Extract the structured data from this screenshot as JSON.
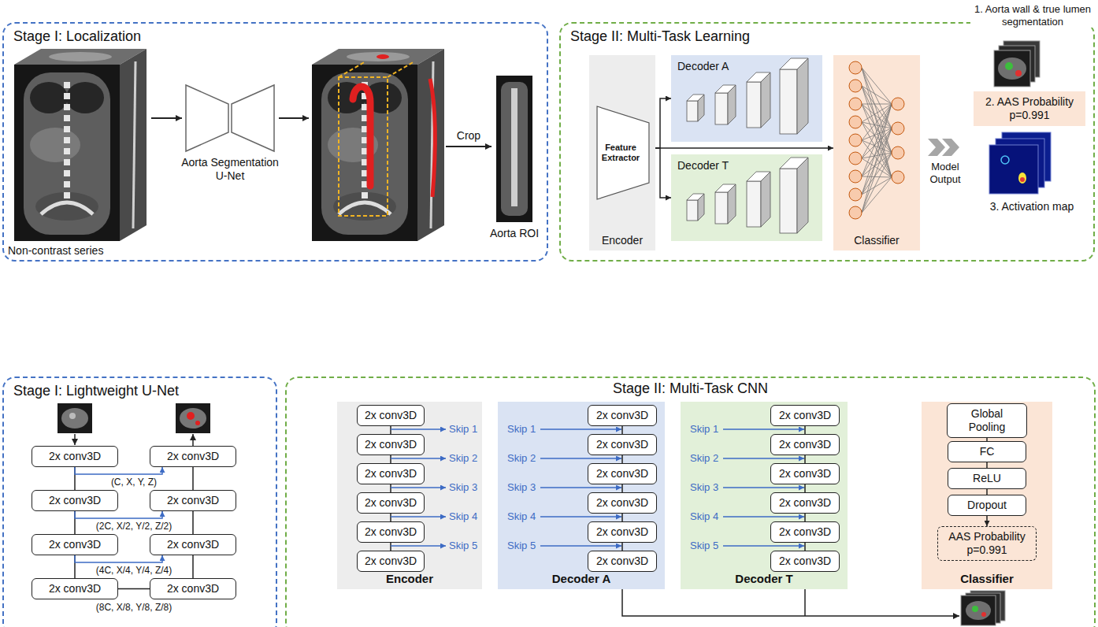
{
  "diagram": {
    "nodes": [
      {
        "text": [
          "Stage I: Localization"
        ]
      },
      {
        "text": [
          "Stage II: Multi-Task Learning"
        ]
      },
      {
        "text": [
          "Encoder"
        ],
        "in": 1
      },
      {
        "text": [
          "Feature Extractor"
        ],
        "in": 2
      },
      {
        "text": [
          "Decoder A"
        ],
        "in": 1
      },
      {
        "text": [
          "Decoder T"
        ],
        "in": 1
      },
      {
        "text": [
          "Classifier"
        ],
        "in": 1
      },
      {
        "text": [
          "2. AAS Probability",
          "p=0.991"
        ],
        "in": 1
      },
      {
        "text": [
          "Stage I: Lightweight U-Net"
        ]
      },
      {
        "text": [
          "2x conv3D"
        ],
        "in": 8
      },
      {
        "text": [
          "2x conv3D"
        ],
        "in": 8
      },
      {
        "text": [
          "2x conv3D"
        ],
        "in": 8
      },
      {
        "text": [
          "2x conv3D"
        ],
        "in": 8
      },
      {
        "text": [
          "2x conv3D"
        ],
        "in": 8
      },
      {
        "text": [
          "2x conv3D"
        ],
        "in": 8
      },
      {
        "text": [
          "2x conv3D"
        ],
        "in": 8
      },
      {
        "text": [
          "2x conv3D"
        ],
        "in": 8
      },
      {
        "text": [
          "Stage II: Multi-Task CNN"
        ]
      },
      {
        "text": [
          "Encoder"
        ],
        "in": 17
      },
      {
        "text": [
          "2x conv3D"
        ],
        "in": 18
      },
      {
        "text": [
          "2x conv3D"
        ],
        "in": 18
      },
      {
        "text": [
          "2x conv3D"
        ],
        "in": 18
      },
      {
        "text": [
          "2x conv3D"
        ],
        "in": 18
      },
      {
        "text": [
          "2x conv3D"
        ],
        "in": 18
      },
      {
        "text": [
          "2x conv3D"
        ],
        "in": 18
      },
      {
        "text": [
          "Decoder A"
        ],
        "in": 17
      },
      {
        "text": [
          "2x conv3D"
        ],
        "in": 25
      },
      {
        "text": [
          "2x conv3D"
        ],
        "in": 25
      },
      {
        "text": [
          "2x conv3D"
        ],
        "in": 25
      },
      {
        "text": [
          "2x conv3D"
        ],
        "in": 25
      },
      {
        "text": [
          "2x conv3D"
        ],
        "in": 25
      },
      {
        "text": [
          "2x conv3D"
        ],
        "in": 25
      },
      {
        "text": [
          "Decoder T"
        ],
        "in": 17
      },
      {
        "text": [
          "2x conv3D"
        ],
        "in": 32
      },
      {
        "text": [
          "2x conv3D"
        ],
        "in": 32
      },
      {
        "text": [
          "2x conv3D"
        ],
        "in": 32
      },
      {
        "text": [
          "2x conv3D"
        ],
        "in": 32
      },
      {
        "text": [
          "2x conv3D"
        ],
        "in": 32
      },
      {
        "text": [
          "2x conv3D"
        ],
        "in": 32
      },
      {
        "text": [
          "Classifier"
        ],
        "in": 17
      },
      {
        "text": [
          "Global Pooling"
        ],
        "in": 39
      },
      {
        "text": [
          "FC"
        ],
        "in": 39
      },
      {
        "text": [
          "ReLU"
        ],
        "in": 39
      },
      {
        "text": [
          "Dropout"
        ],
        "in": 39
      },
      {
        "text": [
          "AAS Probability",
          "p=0.991"
        ],
        "in": 39
      }
    ],
    "edges": [
      {
        "from": 2,
        "to": 4,
        "arrow": "to"
      },
      {
        "from": 2,
        "to": 5,
        "arrow": "to"
      },
      {
        "from": 2,
        "to": 6,
        "arrow": "to"
      },
      {
        "from": 9,
        "to": 11,
        "arrow": "none"
      },
      {
        "from": 11,
        "to": 13,
        "arrow": "none"
      },
      {
        "from": 13,
        "to": 15,
        "arrow": "none"
      },
      {
        "from": 15,
        "to": 16,
        "arrow": "none",
        "label": "(8C, X/8, Y/8, Z/8)"
      },
      {
        "from": 16,
        "to": 14,
        "arrow": "none"
      },
      {
        "from": 14,
        "to": 12,
        "arrow": "none"
      },
      {
        "from": 12,
        "to": 10,
        "arrow": "none"
      },
      {
        "from": 9,
        "to": 10,
        "arrow": "to",
        "label": "(C, X, Y, Z)"
      },
      {
        "from": 11,
        "to": 12,
        "arrow": "to",
        "label": "(2C, X/2, Y/2, Z/2)"
      },
      {
        "from": 13,
        "to": 14,
        "arrow": "to",
        "label": "(4C, X/4, Y/4, Z/4)"
      },
      {
        "from": 19,
        "to": 20,
        "arrow": "none"
      },
      {
        "from": 20,
        "to": 21,
        "arrow": "none"
      },
      {
        "from": 21,
        "to": 22,
        "arrow": "none"
      },
      {
        "from": 22,
        "to": 23,
        "arrow": "none"
      },
      {
        "from": 23,
        "to": 24,
        "arrow": "none"
      },
      {
        "from": 26,
        "to": 27,
        "arrow": "none"
      },
      {
        "from": 27,
        "to": 28,
        "arrow": "none"
      },
      {
        "from": 28,
        "to": 29,
        "arrow": "none"
      },
      {
        "from": 29,
        "to": 30,
        "arrow": "none"
      },
      {
        "from": 30,
        "to": 31,
        "arrow": "none"
      },
      {
        "from": 33,
        "to": 34,
        "arrow": "none"
      },
      {
        "from": 34,
        "to": 35,
        "arrow": "none"
      },
      {
        "from": 35,
        "to": 36,
        "arrow": "none"
      },
      {
        "from": 36,
        "to": 37,
        "arrow": "none"
      },
      {
        "from": 37,
        "to": 38,
        "arrow": "none"
      },
      {
        "from": 40,
        "to": 41,
        "arrow": "none"
      },
      {
        "from": 41,
        "to": 42,
        "arrow": "none"
      },
      {
        "from": 42,
        "to": 43,
        "arrow": "none"
      },
      {
        "from": 43,
        "to": 44,
        "arrow": "to"
      }
    ],
    "labels": [
      "Non-contrast series",
      "Aorta Segmentation U-Net",
      "Crop",
      "Aorta ROI",
      "1. Aorta wall & true lumen segmentation",
      "Model Output",
      "3. Activation map",
      "Skip 1",
      "Skip 2",
      "Skip 3",
      "Skip 4",
      "Skip 5",
      "Skip 1",
      "Skip 2",
      "Skip 3",
      "Skip 4",
      "Skip 5",
      "Skip 1",
      "Skip 2",
      "Skip 3",
      "Skip 4",
      "Skip 5"
    ]
  }
}
